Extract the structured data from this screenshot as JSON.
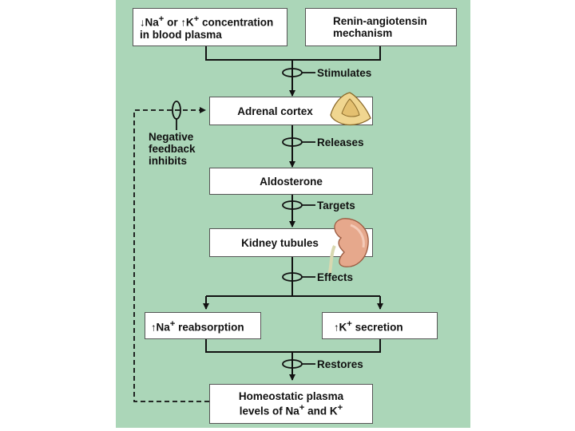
{
  "boxes": {
    "concentration": {
      "arrow": "↓",
      "na": "Na",
      "sup1": "+",
      "or": " or ",
      "arrow2": "↑",
      "k": "K",
      "sup2": "+",
      "rest1": " concentration",
      "line2": "in blood plasma"
    },
    "renin": {
      "line1": "Renin-angiotensin",
      "line2": "mechanism"
    },
    "adrenal": {
      "label": "Adrenal cortex"
    },
    "aldosterone": {
      "label": "Aldosterone"
    },
    "kidney": {
      "label": "Kidney tubules"
    },
    "na_reabsorption": {
      "arrow": "↑",
      "ion": "Na",
      "sup": "+",
      "rest": " reabsorption"
    },
    "k_secretion": {
      "arrow": "↑",
      "ion": "K",
      "sup": "+",
      "rest": " secretion"
    },
    "homeostatic": {
      "line1": "Homeostatic plasma",
      "line2a": "levels of Na",
      "sup1": "+",
      "and": " and K",
      "sup2": "+"
    }
  },
  "steps": {
    "stimulates": "Stimulates",
    "releases": "Releases",
    "targets": "Targets",
    "effects": "Effects",
    "restores": "Restores"
  },
  "feedback": {
    "line1": "Negative",
    "line2": "feedback",
    "line3": "inhibits"
  },
  "colors": {
    "panel": "#abd6b8",
    "box": "#ffffff",
    "gland": "#f0d690",
    "kidney": "#e6a88c"
  }
}
